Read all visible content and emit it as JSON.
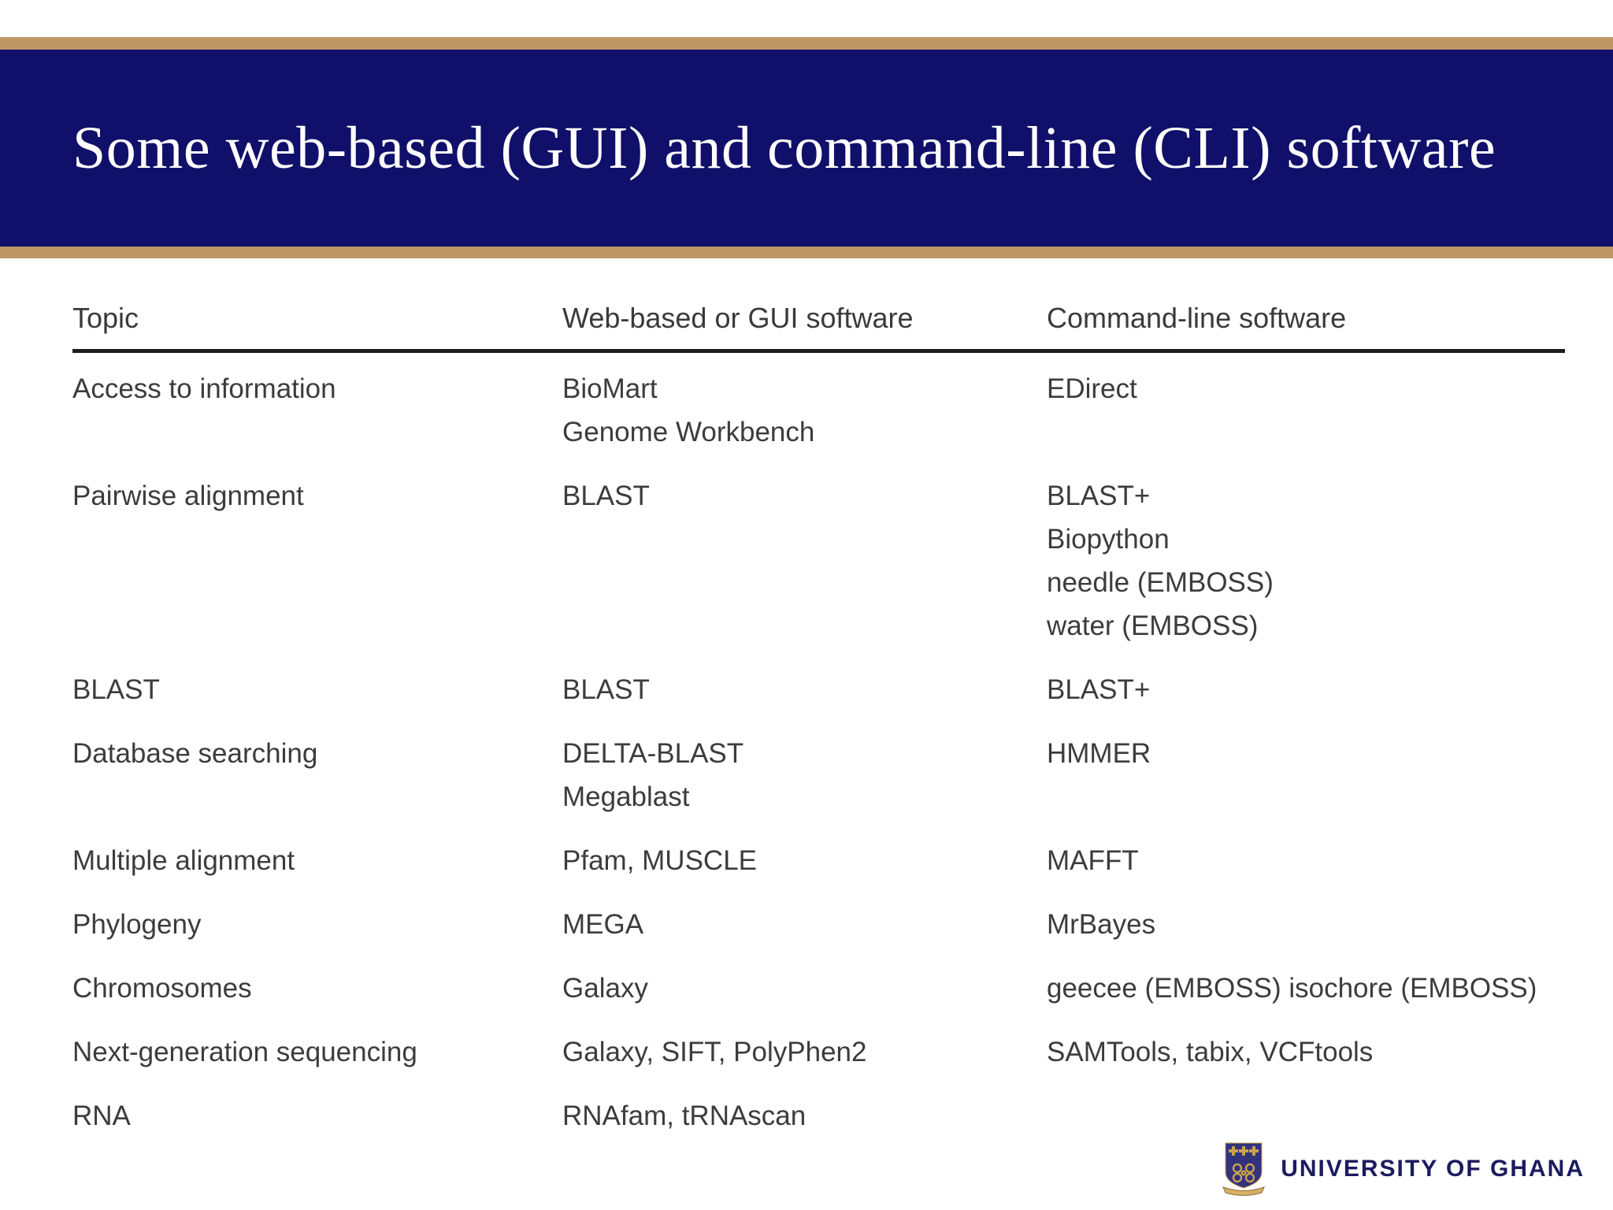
{
  "title": "Some web-based (GUI) and command-line (CLI) software",
  "colors": {
    "banner_navy": "#10106a",
    "gold_bar": "#bd9766",
    "table_text": "#3c3c3c",
    "logo_navy": "#1b1b5e",
    "shield_gold": "#c9a24b"
  },
  "table": {
    "headers": [
      "Topic",
      "Web-based or GUI software",
      "Command-line software"
    ],
    "rows": [
      {
        "topic": "Access to information",
        "gui": [
          "BioMart",
          "Genome Workbench"
        ],
        "cli": [
          "EDirect"
        ]
      },
      {
        "topic": "Pairwise alignment",
        "gui": [
          "BLAST"
        ],
        "cli": [
          "BLAST+",
          "Biopython",
          "needle (EMBOSS)",
          "water (EMBOSS)"
        ]
      },
      {
        "topic": "BLAST",
        "gui": [
          "BLAST"
        ],
        "cli": [
          "BLAST+"
        ]
      },
      {
        "topic": "Database searching",
        "gui": [
          "DELTA-BLAST",
          "Megablast"
        ],
        "cli": [
          "HMMER"
        ]
      },
      {
        "topic": "Multiple alignment",
        "gui": [
          "Pfam, MUSCLE"
        ],
        "cli": [
          "MAFFT"
        ]
      },
      {
        "topic": "Phylogeny",
        "gui": [
          "MEGA"
        ],
        "cli": [
          "MrBayes"
        ]
      },
      {
        "topic": "Chromosomes",
        "gui": [
          "Galaxy"
        ],
        "cli": [
          "geecee (EMBOSS) isochore (EMBOSS)"
        ]
      },
      {
        "topic": "Next-generation sequencing",
        "gui": [
          "Galaxy, SIFT, PolyPhen2"
        ],
        "cli": [
          "SAMTools, tabix, VCFtools"
        ]
      },
      {
        "topic": "RNA",
        "gui": [
          "RNAfam, tRNAscan"
        ],
        "cli": []
      }
    ]
  },
  "footer": {
    "logo_text": "UNIVERSITY OF GHANA"
  }
}
